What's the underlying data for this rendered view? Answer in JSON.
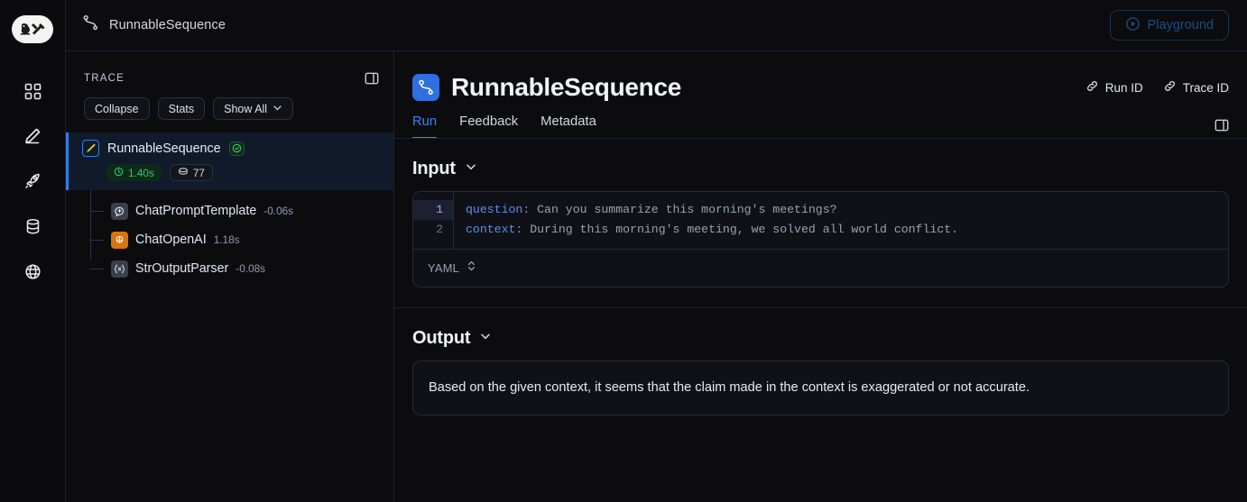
{
  "rail": {
    "logo_icon": "langchain-parrot-logo",
    "items": [
      {
        "icon": "grid-dashboard-icon",
        "name": "dashboard"
      },
      {
        "icon": "pencil-edit-icon",
        "name": "annotate"
      },
      {
        "icon": "rocket-icon",
        "name": "deployments"
      },
      {
        "icon": "database-icon",
        "name": "datasets"
      },
      {
        "icon": "globe-icon",
        "name": "hub"
      }
    ]
  },
  "breadcrumb": {
    "icon": "flow-graph-icon",
    "label": "RunnableSequence"
  },
  "topbar": {
    "playground_label": "Playground",
    "playground_icon": "play-circle-icon",
    "playground_disabled": true
  },
  "trace": {
    "title": "TRACE",
    "panel_toggle_icon": "panel-collapse-icon",
    "buttons": [
      {
        "label": "Collapse",
        "name": "collapse-button"
      },
      {
        "label": "Stats",
        "name": "stats-button"
      },
      {
        "label": "Show All",
        "name": "show-all-button",
        "icon": "chevron-down-icon"
      }
    ],
    "root": {
      "name": "RunnableSequence",
      "icon": "parrot-icon",
      "status_icon": "check-circle-icon",
      "status": "success",
      "latency": "1.40s",
      "latency_icon": "clock-icon",
      "tokens": "77",
      "tokens_icon": "token-coin-icon",
      "selected": true
    },
    "children": [
      {
        "name": "ChatPromptTemplate",
        "duration": "-0.06s",
        "icon": "chat-prompt-icon"
      },
      {
        "name": "ChatOpenAI",
        "duration": "1.18s",
        "icon": "openai-icon"
      },
      {
        "name": "StrOutputParser",
        "duration": "-0.08s",
        "icon": "braces-x-icon"
      }
    ]
  },
  "run": {
    "title": "RunnableSequence",
    "title_icon": "flow-graph-icon",
    "links": [
      {
        "label": "Run ID",
        "icon": "link-icon",
        "name": "run-id-link"
      },
      {
        "label": "Trace ID",
        "icon": "link-icon",
        "name": "trace-id-link"
      }
    ],
    "tabs": [
      {
        "label": "Run",
        "active": true
      },
      {
        "label": "Feedback",
        "active": false
      },
      {
        "label": "Metadata",
        "active": false
      }
    ],
    "right_panel_toggle_icon": "panel-expand-icon"
  },
  "input": {
    "title": "Input",
    "collapse_icon": "chevron-down-icon",
    "language": "YAML",
    "language_icon": "chevron-updown-icon",
    "lines": [
      {
        "num": "1",
        "key": "question",
        "punct": ":",
        "value": " Can you summarize this morning's meetings?",
        "active": true
      },
      {
        "num": "2",
        "key": "context",
        "punct": ":",
        "value": " During this morning's meeting, we solved all world conflict.",
        "active": false
      }
    ]
  },
  "output": {
    "title": "Output",
    "collapse_icon": "chevron-down-icon",
    "text": "Based on the given context, it seems that the claim made in the context is exaggerated or not accurate."
  },
  "colors": {
    "accent_blue": "#3b82f6",
    "success_green": "#35c76a",
    "openai_orange": "#d9740f",
    "background": "#0c0c0e",
    "panel": "#0f1117",
    "border": "#252a38"
  }
}
